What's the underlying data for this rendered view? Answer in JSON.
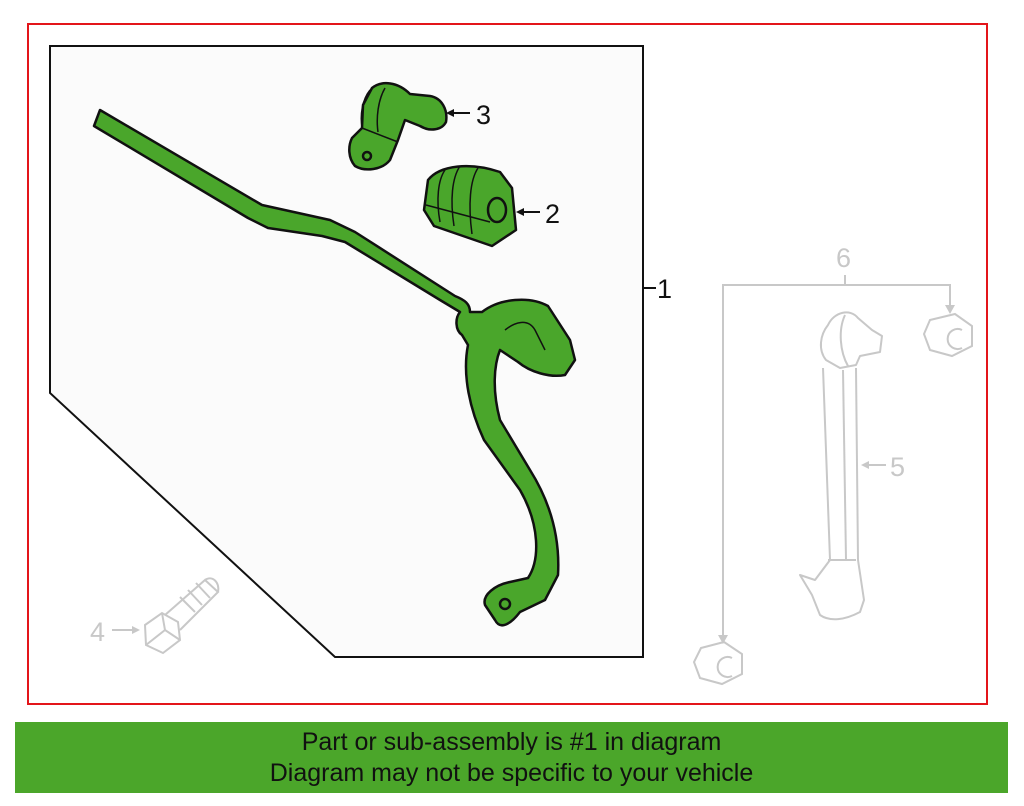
{
  "diagram": {
    "frame_color": "#e3151a",
    "highlight_color": "#4aa62b",
    "faded_color": "#c8c8c8",
    "callouts": [
      {
        "number": "1",
        "part": "stabilizer-bar-assembly",
        "highlighted": true
      },
      {
        "number": "2",
        "part": "bushing",
        "highlighted": true
      },
      {
        "number": "3",
        "part": "bushing-bracket",
        "highlighted": true
      },
      {
        "number": "4",
        "part": "bolt",
        "highlighted": false
      },
      {
        "number": "5",
        "part": "stabilizer-link",
        "highlighted": false
      },
      {
        "number": "6",
        "part": "nut",
        "highlighted": false
      }
    ]
  },
  "banner": {
    "line1": "Part or sub-assembly is #1 in diagram",
    "line2": "Diagram may not be specific to your vehicle",
    "background": "#4ba62a"
  }
}
